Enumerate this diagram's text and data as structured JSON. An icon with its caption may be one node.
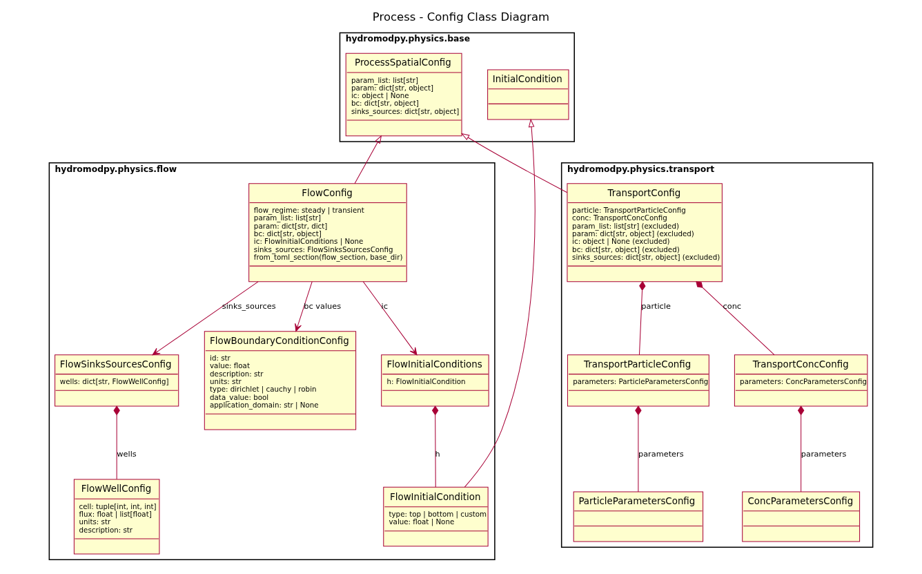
{
  "diagram": {
    "title": "Process - Config Class Diagram",
    "nodes": [
      {
        "text": [
          "hydromodpy.physics.base"
        ]
      },
      {
        "text": [
          "InitialCondition"
        ],
        "in": 0
      },
      {
        "text": [
          "ProcessSpatialConfig",
          "param_list: list[str]",
          "param: dict[str, object]",
          "ic: object | None",
          "bc: dict[str, object]",
          "sinks_sources: dict[str, object]"
        ],
        "in": 0
      },
      {
        "text": [
          "hydromodpy.physics.flow"
        ]
      },
      {
        "text": [
          "FlowConfig",
          "flow_regime: steady | transient",
          "param_list: list[str]",
          "param: dict[str, dict]",
          "bc: dict[str, object]",
          "ic: FlowInitialConditions | None",
          "sinks_sources: FlowSinksSourcesConfig",
          "from_toml_section(flow_section, base_dir)"
        ],
        "in": 3
      },
      {
        "text": [
          "FlowSinksSourcesConfig",
          "wells: dict[str, FlowWellConfig]"
        ],
        "in": 3
      },
      {
        "text": [
          "FlowBoundaryConditionConfig",
          "id: str",
          "value: float",
          "description: str",
          "units: str",
          "type: dirichlet | cauchy | robin",
          "data_value: bool",
          "application_domain: str | None"
        ],
        "in": 3
      },
      {
        "text": [
          "FlowInitialConditions",
          "h: FlowInitialCondition"
        ],
        "in": 3
      },
      {
        "text": [
          "FlowWellConfig",
          "cell: tuple[int, int, int]",
          "flux: float | list[float]",
          "units: str",
          "description: str"
        ],
        "in": 3
      },
      {
        "text": [
          "FlowInitialCondition",
          "type: top | bottom | custom",
          "value: float | None"
        ],
        "in": 3
      },
      {
        "text": [
          "hydromodpy.physics.transport"
        ]
      },
      {
        "text": [
          "TransportConfig",
          "particle: TransportParticleConfig",
          "conc: TransportConcConfig",
          "param_list: list[str] (excluded)",
          "param: dict[str, object] (excluded)",
          "ic: object | None (excluded)",
          "bc: dict[str, object] (excluded)",
          "sinks_sources: dict[str, object] (excluded)"
        ],
        "in": 10
      },
      {
        "text": [
          "TransportParticleConfig",
          "parameters: ParticleParametersConfig"
        ],
        "in": 10
      },
      {
        "text": [
          "TransportConcConfig",
          "parameters: ConcParametersConfig"
        ],
        "in": 10
      },
      {
        "text": [
          "ParticleParametersConfig"
        ],
        "in": 10
      },
      {
        "text": [
          "ConcParametersConfig"
        ],
        "in": 10
      }
    ],
    "edges": [
      {
        "from": 4,
        "to": 2,
        "arrow": "to"
      },
      {
        "from": 11,
        "to": 2,
        "arrow": "to"
      },
      {
        "from": 9,
        "to": 1,
        "arrow": "to"
      },
      {
        "from": 4,
        "to": 5,
        "arrow": "to",
        "label": "sinks_sources"
      },
      {
        "from": 4,
        "to": 6,
        "arrow": "to",
        "label": "bc values"
      },
      {
        "from": 4,
        "to": 7,
        "arrow": "to",
        "label": "ic"
      },
      {
        "from": 5,
        "to": 8,
        "arrow": "other",
        "label": "wells"
      },
      {
        "from": 7,
        "to": 9,
        "arrow": "other",
        "label": "h"
      },
      {
        "from": 11,
        "to": 12,
        "arrow": "other",
        "label": "particle"
      },
      {
        "from": 11,
        "to": 13,
        "arrow": "other",
        "label": "conc"
      },
      {
        "from": 12,
        "to": 14,
        "arrow": "other",
        "label": "parameters"
      },
      {
        "from": 13,
        "to": 15,
        "arrow": "other",
        "label": "parameters"
      }
    ]
  }
}
